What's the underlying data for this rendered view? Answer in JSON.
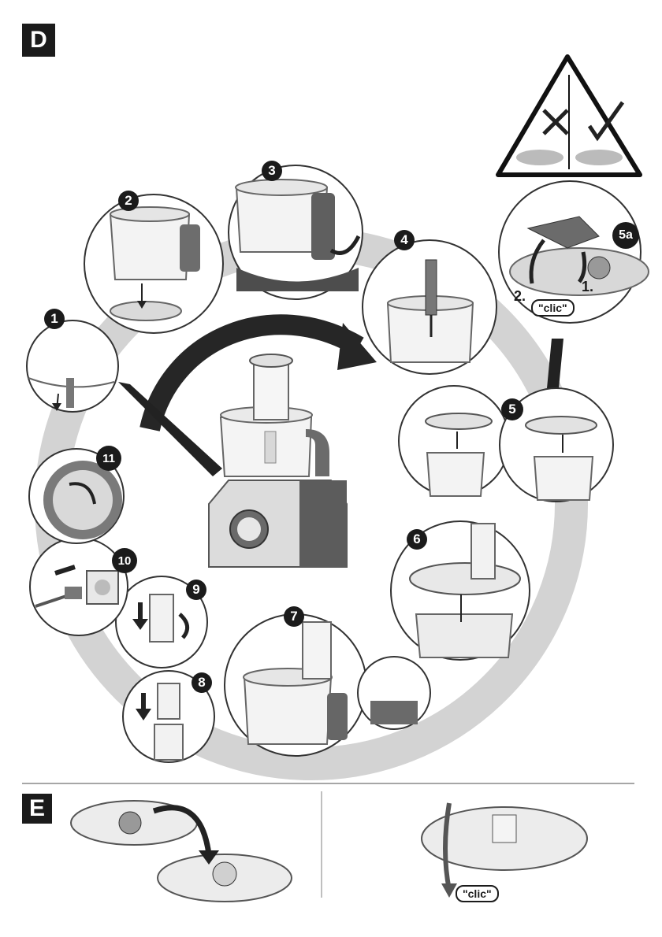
{
  "sections": {
    "d_label": "D",
    "e_label": "E"
  },
  "steps": [
    "1",
    "2",
    "3",
    "4",
    "5",
    "5a",
    "6",
    "7",
    "8",
    "9",
    "10",
    "11"
  ],
  "step5a_labels": {
    "first": "1.",
    "second": "2.",
    "sound": "\"clic\""
  },
  "section_e": {
    "sound": "\"clic\""
  },
  "colors": {
    "ink": "#1b1b1b",
    "arrow": "#3a3a3a",
    "ring": "#cfcfcf",
    "bowl": "#f2f2f2",
    "shade": "#bdbdbd"
  }
}
